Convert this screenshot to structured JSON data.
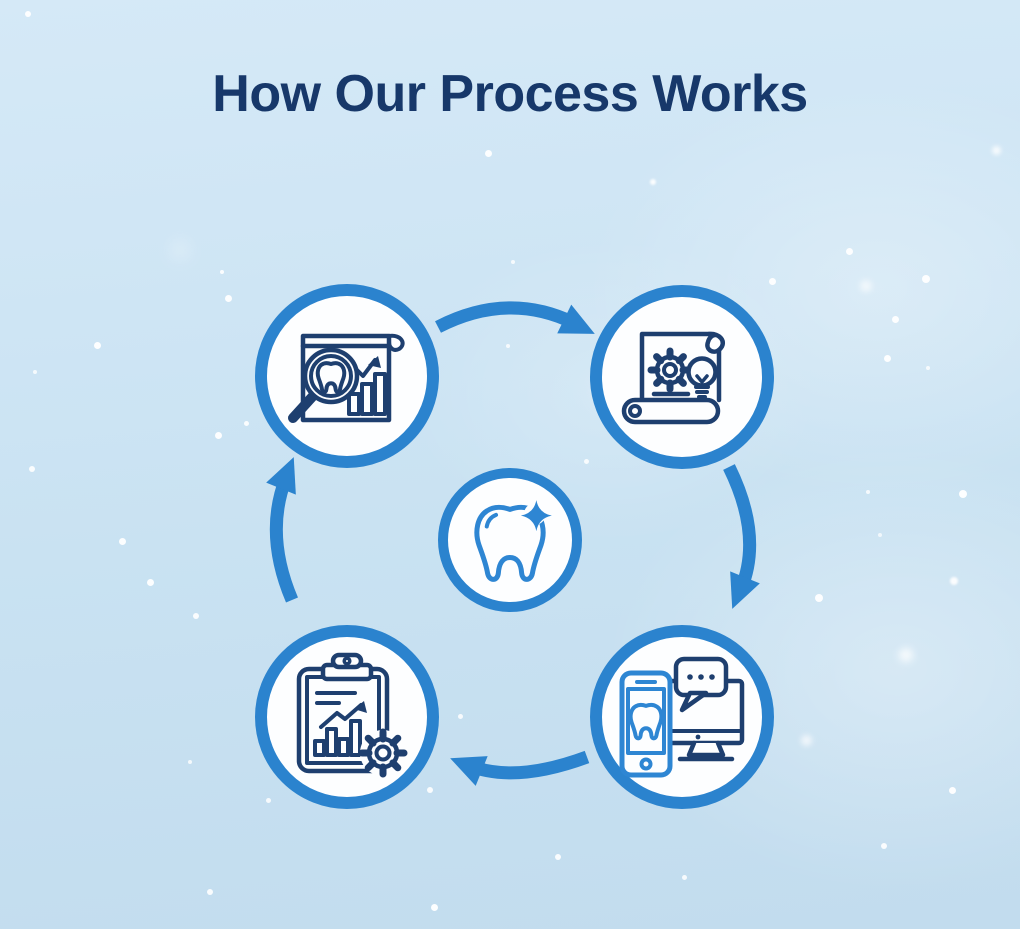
{
  "page": {
    "title": "How Our Process Works"
  },
  "colors": {
    "bg-top": "#d5e9f7",
    "bg-mid": "#c9e2f2",
    "bg-bottom": "#c2dcee",
    "title": "#17386a",
    "accent": "#2b83ce",
    "icon-navy": "#1e3f6f",
    "icon-blue": "#2e86d3",
    "circle-fill": "#fdfeff",
    "dot": "#ffffff"
  },
  "diagram": {
    "type": "circular-process-cycle",
    "flow_direction": "clockwise",
    "center_badge": {
      "icon": "sparkling-tooth-icon"
    },
    "steps": [
      {
        "order": 1,
        "position": "top-left",
        "icon": "analysis-magnifier-tooth-chart-icon"
      },
      {
        "order": 2,
        "position": "top-right",
        "icon": "strategy-scroll-gear-lightbulb-icon"
      },
      {
        "order": 3,
        "position": "bottom-right",
        "icon": "marketing-phone-monitor-chat-icon"
      },
      {
        "order": 4,
        "position": "bottom-left",
        "icon": "report-clipboard-growth-gear-icon"
      }
    ],
    "arrows": [
      {
        "from": "top-left",
        "to": "top-right"
      },
      {
        "from": "top-right",
        "to": "bottom-right"
      },
      {
        "from": "bottom-right",
        "to": "bottom-left"
      },
      {
        "from": "bottom-left",
        "to": "top-left"
      }
    ]
  }
}
